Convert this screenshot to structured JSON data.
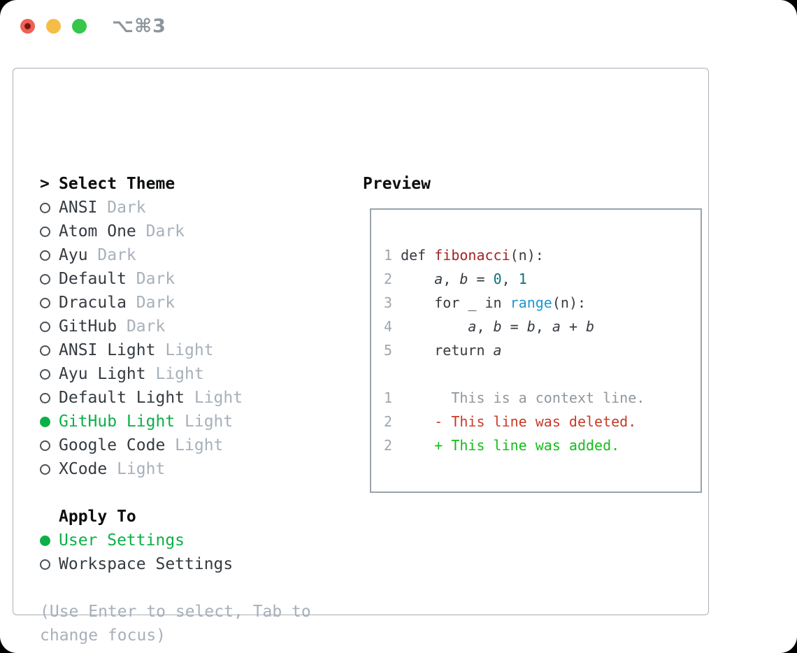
{
  "window": {
    "title": "⌥⌘3",
    "traffic_lights": [
      {
        "name": "close",
        "color": "#ee6156"
      },
      {
        "name": "minimize",
        "color": "#f5bd45"
      },
      {
        "name": "zoom",
        "color": "#34c74a"
      }
    ]
  },
  "colors": {
    "text": "#353b41",
    "heading": "#0b0d0e",
    "muted": "#a7b0ba",
    "line_number": "#9da7b1",
    "selection_green": "#0db048",
    "added_green": "#14bd1a",
    "deleted_red": "#c93a27",
    "function_red": "#a32423",
    "literal_teal": "#0a717b",
    "call_blue": "#1b97d3",
    "context_gray": "#8f979e",
    "panel_border": "#a9b1bb",
    "preview_border": "#99a2ac",
    "traffic_red": "#ee6156",
    "traffic_yellow": "#f5bd45",
    "traffic_green": "#34c74a"
  },
  "theme_picker": {
    "header_prefix": ">",
    "header_label": "Select Theme",
    "themes": [
      {
        "name": "ANSI",
        "variant": "Dark",
        "selected": false
      },
      {
        "name": "Atom One",
        "variant": "Dark",
        "selected": false
      },
      {
        "name": "Ayu",
        "variant": "Dark",
        "selected": false
      },
      {
        "name": "Default",
        "variant": "Dark",
        "selected": false
      },
      {
        "name": "Dracula",
        "variant": "Dark",
        "selected": false
      },
      {
        "name": "GitHub",
        "variant": "Dark",
        "selected": false
      },
      {
        "name": "ANSI Light",
        "variant": "Light",
        "selected": false
      },
      {
        "name": "Ayu Light",
        "variant": "Light",
        "selected": false
      },
      {
        "name": "Default Light",
        "variant": "Light",
        "selected": false
      },
      {
        "name": "GitHub Light",
        "variant": "Light",
        "selected": true
      },
      {
        "name": "Google Code",
        "variant": "Light",
        "selected": false
      },
      {
        "name": "XCode",
        "variant": "Light",
        "selected": false
      }
    ],
    "apply_to_header": "Apply To",
    "apply_to_options": [
      {
        "label": "User Settings",
        "selected": true
      },
      {
        "label": "Workspace Settings",
        "selected": false
      }
    ],
    "hint_lines": [
      "(Use Enter to select, Tab to",
      "change focus)"
    ]
  },
  "preview": {
    "header": "Preview",
    "lines": [
      {
        "num": "1",
        "kind": "code",
        "segments": [
          {
            "text": "def ",
            "color": "fg"
          },
          {
            "text": "fibonacci",
            "color": "func"
          },
          {
            "text": "(n):",
            "color": "fg"
          }
        ]
      },
      {
        "num": "2",
        "kind": "code",
        "segments": [
          {
            "text": "    ",
            "color": "fg"
          },
          {
            "text": "a",
            "color": "fg",
            "italic": true
          },
          {
            "text": ", ",
            "color": "fg"
          },
          {
            "text": "b",
            "color": "fg",
            "italic": true
          },
          {
            "text": " = ",
            "color": "fg"
          },
          {
            "text": "0",
            "color": "lit"
          },
          {
            "text": ", ",
            "color": "fg"
          },
          {
            "text": "1",
            "color": "lit"
          }
        ]
      },
      {
        "num": "3",
        "kind": "code",
        "segments": [
          {
            "text": "    for _ in ",
            "color": "fg"
          },
          {
            "text": "range",
            "color": "call"
          },
          {
            "text": "(n):",
            "color": "fg"
          }
        ]
      },
      {
        "num": "4",
        "kind": "code",
        "segments": [
          {
            "text": "        ",
            "color": "fg"
          },
          {
            "text": "a",
            "color": "fg",
            "italic": true
          },
          {
            "text": ", ",
            "color": "fg"
          },
          {
            "text": "b",
            "color": "fg",
            "italic": true
          },
          {
            "text": " = ",
            "color": "fg"
          },
          {
            "text": "b",
            "color": "fg",
            "italic": true
          },
          {
            "text": ", ",
            "color": "fg"
          },
          {
            "text": "a",
            "color": "fg",
            "italic": true
          },
          {
            "text": " + ",
            "color": "fg"
          },
          {
            "text": "b",
            "color": "fg",
            "italic": true
          }
        ]
      },
      {
        "num": "5",
        "kind": "code",
        "segments": [
          {
            "text": "    return ",
            "color": "fg"
          },
          {
            "text": "a",
            "color": "fg",
            "italic": true
          }
        ]
      },
      {
        "num": "",
        "kind": "blank",
        "segments": []
      },
      {
        "num": "1",
        "kind": "diff-context",
        "segments": [
          {
            "text": "      This is a context line.",
            "color": "ctx"
          }
        ]
      },
      {
        "num": "2",
        "kind": "diff-deleted",
        "segments": [
          {
            "text": "    ",
            "color": "fg"
          },
          {
            "text": "- This line was deleted.",
            "color": "del"
          }
        ]
      },
      {
        "num": "2",
        "kind": "diff-added",
        "segments": [
          {
            "text": "    ",
            "color": "fg"
          },
          {
            "text": "+ This line was added.",
            "color": "add"
          }
        ]
      }
    ]
  }
}
